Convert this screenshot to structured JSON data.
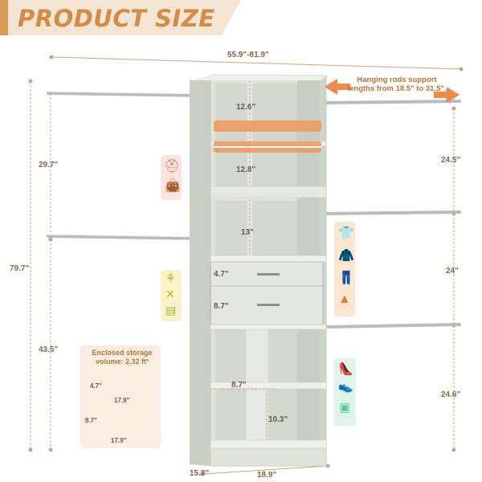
{
  "banner": {
    "title": "PRODUCT SIZE"
  },
  "dimensions": {
    "total_width": "55.9\"-81.9\"",
    "shelf_width_top": "12.6\"",
    "shelf_width_mid": "12.8\"",
    "section_height_13": "13\"",
    "drawer_small": "4.7\"",
    "drawer_large": "8.7\"",
    "cube_height": "8.7\"",
    "cube_width": "10.3\"",
    "left_upper_height": "29.7\"",
    "left_total_height": "79.7\"",
    "left_lower_height": "43.5\"",
    "right_top_height": "24.5\"",
    "right_mid_height": "24\"",
    "right_low_height": "24.6\"",
    "depth": "15.8\"",
    "base_width": "18.9\""
  },
  "hanging_rods_note": "Hanging rods support lengths from 18.5\" to 31.5\".",
  "storage": {
    "title": "Enclosed storage volume: 2.32 ft³",
    "small_drawer_height": "4.7\"",
    "small_drawer_width": "17.9\"",
    "large_drawer_height": "8.7\"",
    "large_drawer_width": "17.9\""
  },
  "colors": {
    "accent_orange": "#e7904e",
    "cabinet": "#dfe3da",
    "pink_box": "#fbe3df",
    "yellow_box": "#fbf2c8",
    "green_box": "#dff5ec"
  },
  "icons": [
    "hat-icon",
    "handbag-icon",
    "swimwear-icon",
    "socks-icon",
    "shirt-icon",
    "jacket-icon",
    "pants-icon",
    "skirt-icon",
    "high-heel-icon",
    "shoe-icon",
    "shoebox-icon",
    "folded-clothes-icon"
  ]
}
